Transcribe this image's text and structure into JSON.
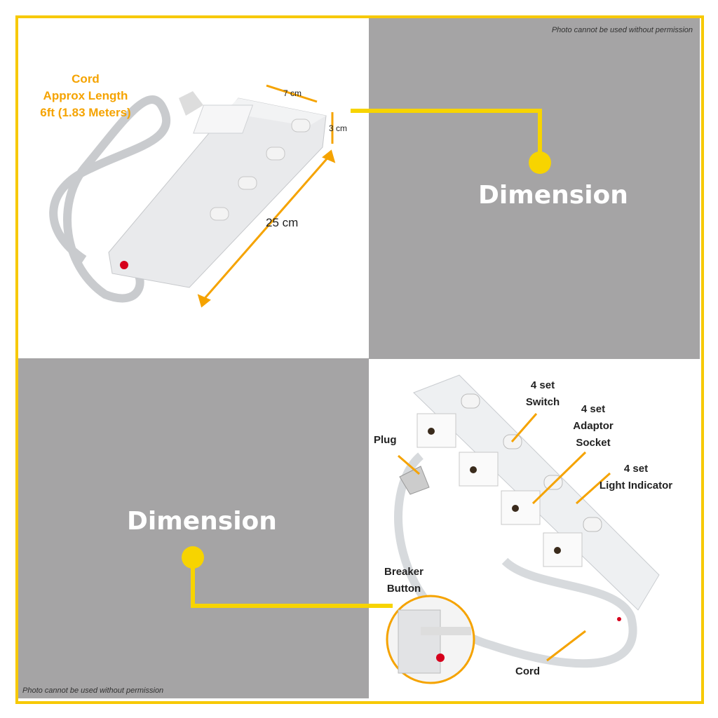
{
  "watermark": "Photo cannot be used without permission",
  "top_left": {
    "cord_label": [
      "Cord",
      "Approx Length",
      "6ft (1.83 Meters)"
    ],
    "width": "7 cm",
    "height": "3 cm",
    "length": "25 cm"
  },
  "top_right": {
    "title": "Dimension"
  },
  "bottom_left": {
    "title": "Dimension"
  },
  "bottom_right": {
    "switch_label": [
      "4 set",
      "Switch"
    ],
    "socket_label": [
      "4 set",
      "Adaptor",
      "Socket"
    ],
    "indicator_label": [
      "4 set",
      "Light Indicator"
    ],
    "plug_label": "Plug",
    "breaker_label": [
      "Breaker",
      "Button"
    ],
    "cord_label": "Cord"
  },
  "colors": {
    "border": "#f7c900",
    "gray": "#a5a4a5",
    "accent": "#f5a300"
  }
}
